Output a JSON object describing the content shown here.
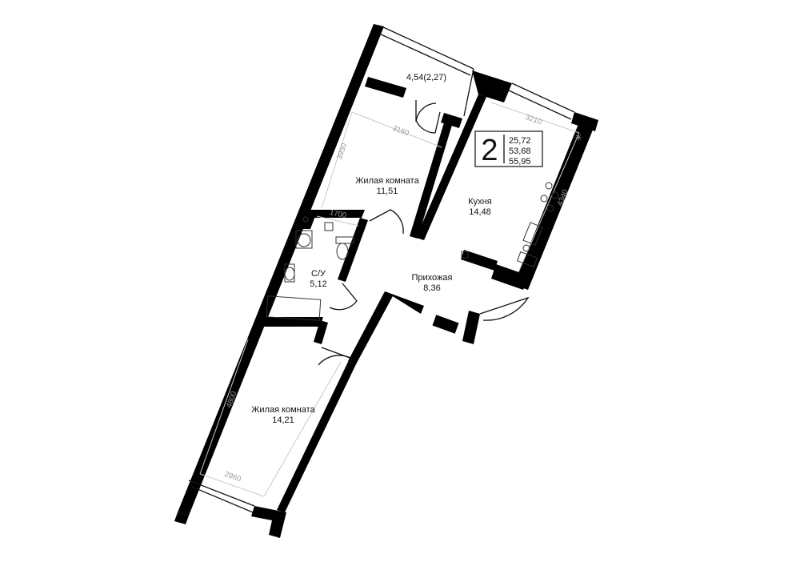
{
  "apartment": {
    "rooms_count": "2",
    "areas": [
      "25,72",
      "53,68",
      "55,95"
    ]
  },
  "rooms": {
    "balcony": {
      "area": "4,54(2,27)"
    },
    "living_room_1": {
      "name": "Жилая комната",
      "area": "11,51"
    },
    "kitchen": {
      "name": "Кухня",
      "area": "14,48"
    },
    "bathroom": {
      "name": "С/У",
      "area": "5,12"
    },
    "hallway": {
      "name": "Прихожая",
      "area": "8,36"
    },
    "living_room_2": {
      "name": "Жилая комната",
      "area": "14,21"
    }
  },
  "dimensions": {
    "living_room_1_width": "3160",
    "living_room_1_depth": "3950",
    "bathroom_width": "1700",
    "kitchen_width": "3210",
    "kitchen_depth": "4340",
    "living_room_2_depth": "4800",
    "living_room_2_width": "2960"
  }
}
